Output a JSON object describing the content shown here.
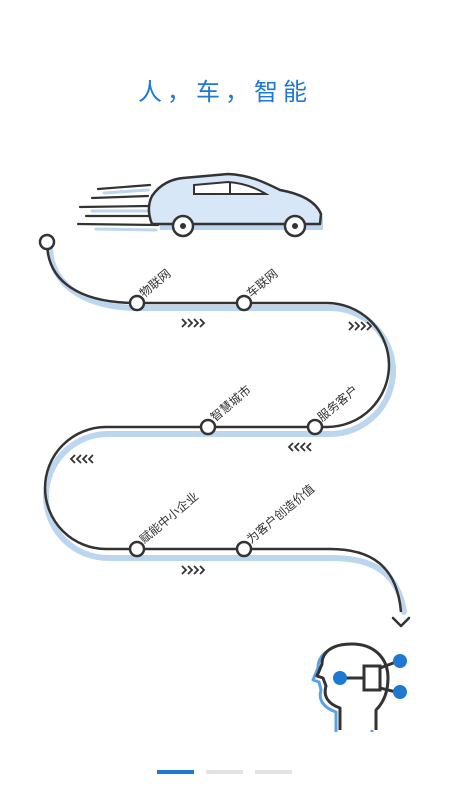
{
  "title": "人，车，智能",
  "milestones": [
    {
      "label": "物联网"
    },
    {
      "label": "车联网"
    },
    {
      "label": "服务客户"
    },
    {
      "label": "智慧城市"
    },
    {
      "label": "赋能中小企业"
    },
    {
      "label": "为客户创造价值"
    }
  ],
  "pager": {
    "count": 3,
    "active_index": 0
  },
  "icons": [
    "car-icon",
    "ai-head-icon",
    "arrow-down-icon"
  ],
  "colors": {
    "accent": "#1f78d1",
    "line": "#333333",
    "shadow": "#bcd6f0"
  }
}
